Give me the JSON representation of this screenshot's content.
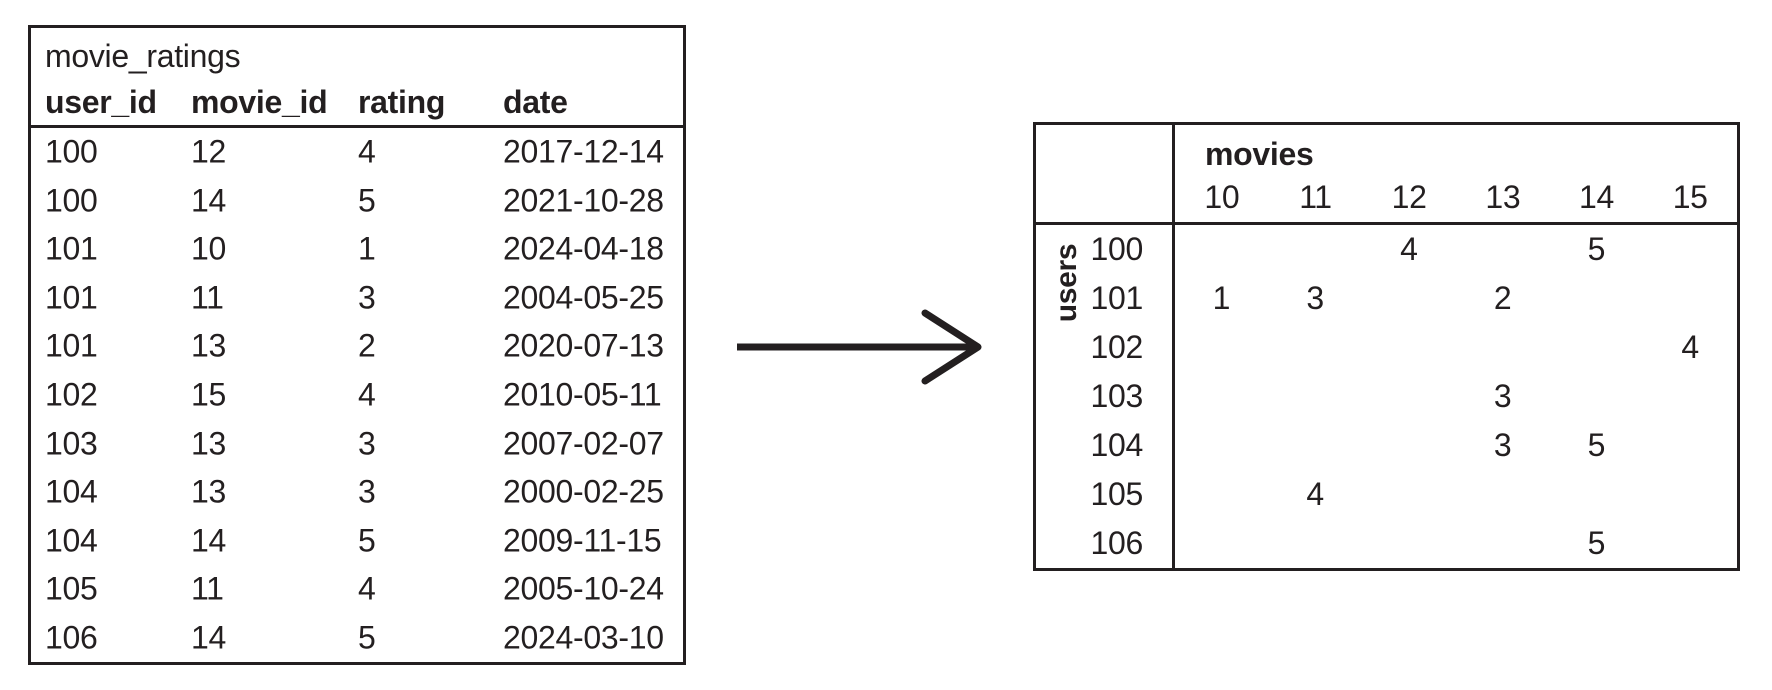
{
  "figure": {
    "ink_color": "#231f20",
    "background_color": "#ffffff",
    "arrow_icon": "right-arrow"
  },
  "ratings_table": {
    "title": "movie_ratings",
    "columns": [
      "user_id",
      "movie_id",
      "rating",
      "date"
    ],
    "rows": [
      [
        "100",
        "12",
        "4",
        "2017-12-14"
      ],
      [
        "100",
        "14",
        "5",
        "2021-10-28"
      ],
      [
        "101",
        "10",
        "1",
        "2024-04-18"
      ],
      [
        "101",
        "11",
        "3",
        "2004-05-25"
      ],
      [
        "101",
        "13",
        "2",
        "2020-07-13"
      ],
      [
        "102",
        "15",
        "4",
        "2010-05-11"
      ],
      [
        "103",
        "13",
        "3",
        "2007-02-07"
      ],
      [
        "104",
        "13",
        "3",
        "2000-02-25"
      ],
      [
        "104",
        "14",
        "5",
        "2009-11-15"
      ],
      [
        "105",
        "11",
        "4",
        "2005-10-24"
      ],
      [
        "106",
        "14",
        "5",
        "2024-03-10"
      ]
    ]
  },
  "matrix_table": {
    "columns_group_label": "movies",
    "rows_group_label": "users",
    "movie_ids": [
      "10",
      "11",
      "12",
      "13",
      "14",
      "15"
    ],
    "user_ids": [
      "100",
      "101",
      "102",
      "103",
      "104",
      "105",
      "106"
    ],
    "cells": [
      [
        "",
        "",
        "4",
        "",
        "5",
        ""
      ],
      [
        "1",
        "3",
        "",
        "2",
        "",
        ""
      ],
      [
        "",
        "",
        "",
        "",
        "",
        "4"
      ],
      [
        "",
        "",
        "",
        "3",
        "",
        ""
      ],
      [
        "",
        "",
        "",
        "3",
        "5",
        ""
      ],
      [
        "",
        "4",
        "",
        "",
        "",
        ""
      ],
      [
        "",
        "",
        "",
        "",
        "5",
        ""
      ]
    ]
  }
}
